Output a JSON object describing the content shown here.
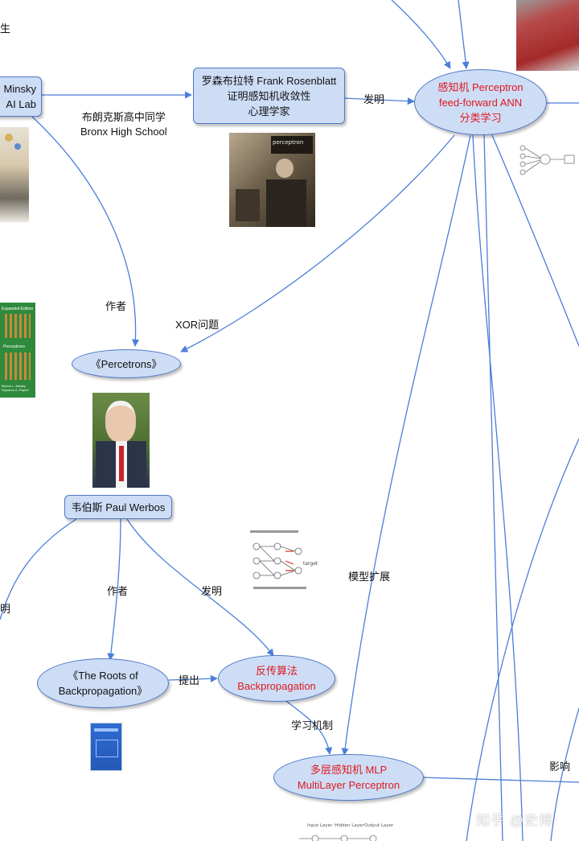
{
  "nodes": {
    "minsky": {
      "line1": "Minsky",
      "line2": "AI Lab"
    },
    "rosenblatt": {
      "line1": "罗森布拉特 Frank Rosenblatt",
      "line2": "证明感知机收敛性",
      "line3": "心理学家"
    },
    "perceptron": {
      "line1": "感知机 Perceptron",
      "line2": "feed-forward ANN",
      "line3": "分类学习"
    },
    "percetrons_book": {
      "label": "《Percetrons》"
    },
    "werbos": {
      "label": "韦伯斯 Paul Werbos"
    },
    "roots_book": {
      "line1": "《The Roots of",
      "line2": "Backpropagation》"
    },
    "backprop": {
      "line1": "反传算法",
      "line2": "Backpropagation"
    },
    "mlp": {
      "line1": "多层感知机 MLP",
      "line2": "MultiLayer Perceptron"
    }
  },
  "edge_labels": {
    "top_left_fragment": "生",
    "classmates": {
      "line1": "布朗克斯高中同学",
      "line2": "Bronx High School"
    },
    "invent_1": "发明",
    "author_1": "作者",
    "xor": "XOR问题",
    "model_extension": "模型扩展",
    "author_2": "作者",
    "invent_2": "发明",
    "left_fragment": "明",
    "propose": "提出",
    "learning_mechanism": "学习机制",
    "influence": "影响"
  },
  "images": {
    "perceptron_photo_caption": "perceptron",
    "perceptrons_book_cover": {
      "edition": "Expanded Edition",
      "title": "Perceptrons",
      "authors": "Marvin L. Minsky\nSeymour A. Papert"
    },
    "mlp_diagram_labels": {
      "input": "Input Layer",
      "hidden": "Hidden Layer",
      "output": "Output Layer"
    },
    "backprop_diagram_labels": {
      "target": "target"
    }
  },
  "watermark": "知乎 @史博",
  "colors": {
    "node_fill": "#cdddf6",
    "node_border": "#4f78c8",
    "edge": "#4a7ed8",
    "highlight_text": "#e0181d"
  }
}
